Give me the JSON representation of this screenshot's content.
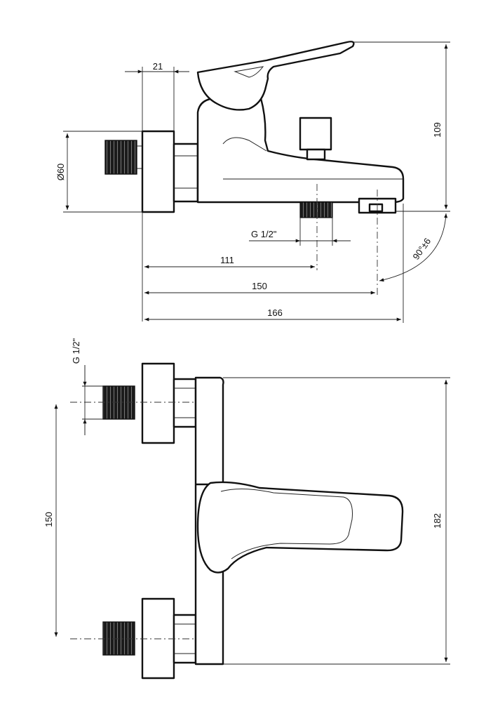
{
  "drawing": {
    "side_view": {
      "dim_width": "21",
      "dim_diameter": "Ø60",
      "dim_height": "109",
      "dim_thread": "G 1/2\"",
      "dim_111": "111",
      "dim_150": "150",
      "dim_166": "166",
      "dim_angle": "90°±6"
    },
    "front_view": {
      "dim_thread": "G 1/2\"",
      "dim_spacing": "150",
      "dim_height": "182"
    }
  }
}
